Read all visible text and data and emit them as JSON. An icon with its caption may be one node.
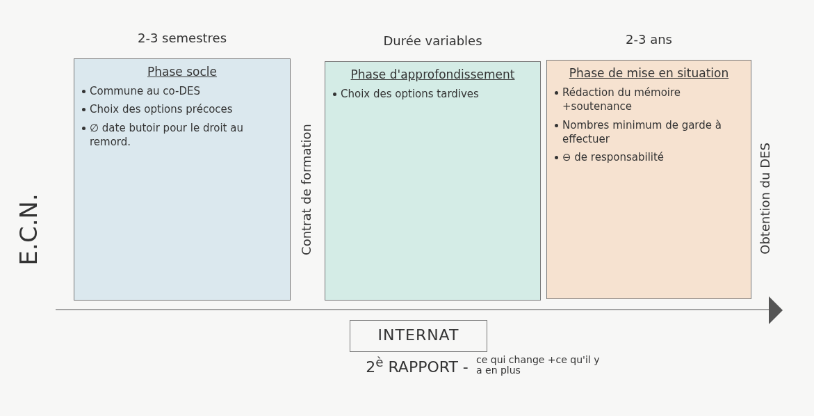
{
  "diagram": {
    "nodes": [
      {
        "text": [
          "Phase socle",
          "Commune au co-DES",
          "Choix des options précoces",
          "∅ date butoir pour le droit au remord."
        ],
        "beside": [
          "2-3 semestres"
        ]
      },
      {
        "text": [
          "Phase d'approfondissement",
          "Choix des options tardives"
        ],
        "beside": [
          "Durée variables"
        ]
      },
      {
        "text": [
          "Phase de mise en situation",
          "Rédaction du mémoire +soutenance",
          "Nombres minimum de garde à effectuer",
          "⊖ de responsabilité"
        ],
        "beside": [
          "2-3 ans"
        ]
      },
      {
        "text": [
          "INTERNAT"
        ]
      }
    ],
    "edges": [],
    "labels": [
      "E.C.N.",
      "Contrat de formation",
      "Obtention du DES",
      "2$^{è}$ RAPPORT -",
      "ce qui change +ce qu'il y a en plus"
    ]
  }
}
